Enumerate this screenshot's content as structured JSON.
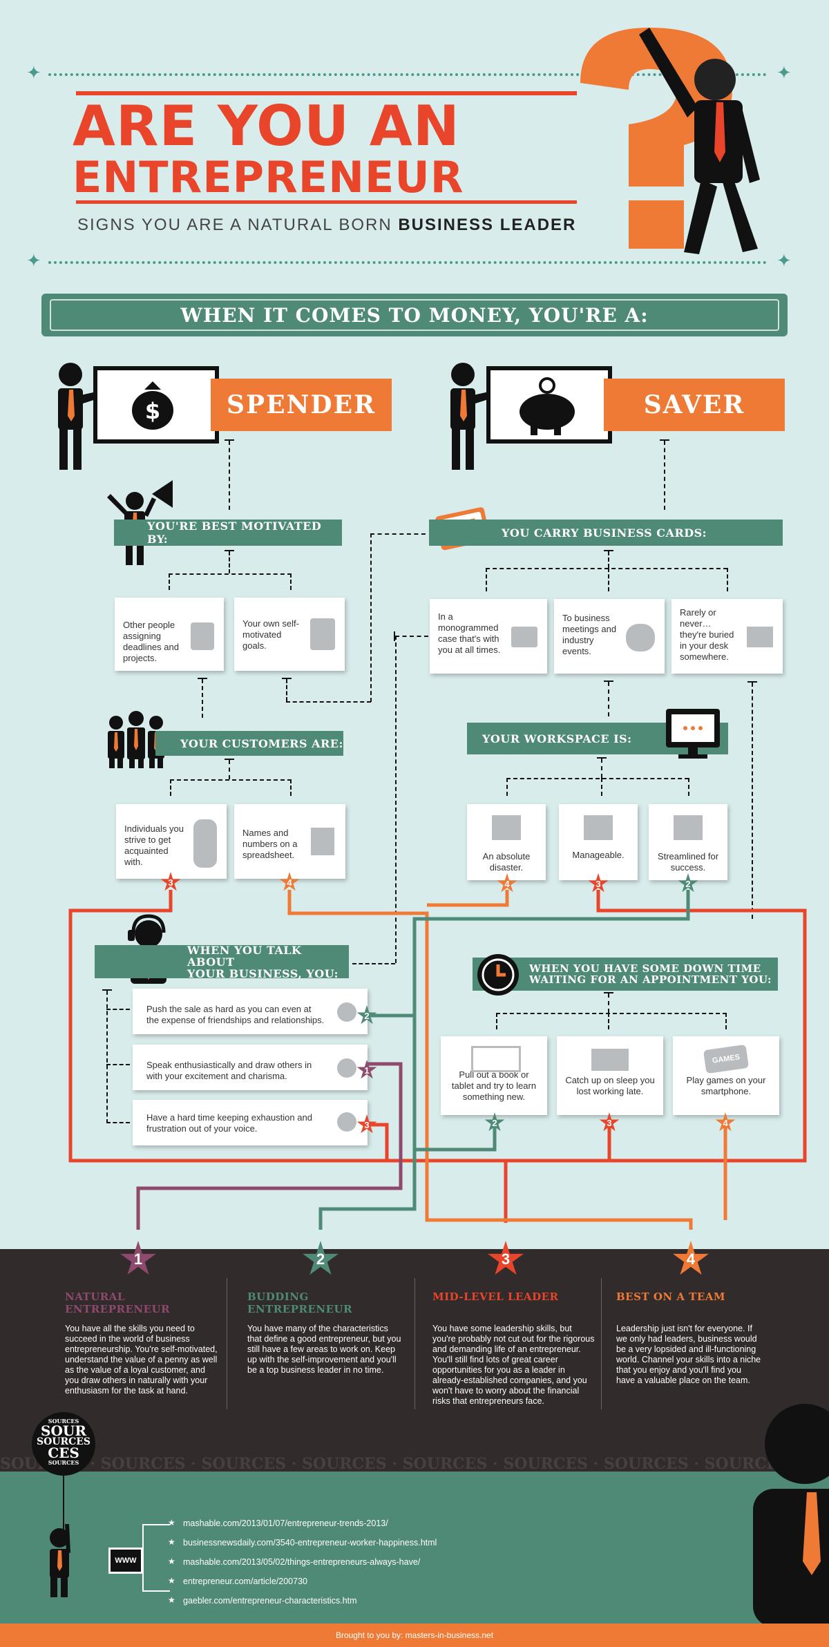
{
  "header": {
    "title_line1": "ARE YOU AN",
    "title_line2": "ENTREPRENEUR",
    "subtitle_prefix": "SIGNS YOU ARE A NATURAL BORN",
    "subtitle_bold": "BUSINESS LEADER"
  },
  "banner": "WHEN IT COMES TO MONEY, YOU'RE A:",
  "spender": {
    "label": "SPENDER",
    "motivated_heading": "YOU'RE BEST MOTIVATED BY:",
    "motivated_options": [
      "Other people assigning deadlines and projects.",
      "Your own self-motivated goals."
    ],
    "customers_heading": "YOUR CUSTOMERS ARE:",
    "customer_options": [
      "Individuals you strive to get acquainted with.",
      "Names and numbers on a spreadsheet."
    ]
  },
  "saver": {
    "label": "SAVER",
    "cards_heading": "YOU CARRY BUSINESS CARDS:",
    "card_options": [
      "In a monogrammed case that's with you at all times.",
      "To business meetings and industry events.",
      "Rarely or never…they're buried in your desk somewhere."
    ],
    "workspace_heading": "YOUR WORKSPACE IS:",
    "workspace_options": [
      "An absolute disaster.",
      "Manageable.",
      "Streamlined for success."
    ]
  },
  "talk": {
    "heading_line1": "WHEN YOU TALK ABOUT",
    "heading_line2": "YOUR BUSINESS, YOU:",
    "options": [
      "Push the sale as hard as you can even at the expense of friendships and relationships.",
      "Speak enthusiastically and draw others in with your excitement and charisma.",
      "Have a hard time keeping exhaustion and frustration out of your voice."
    ]
  },
  "downtime": {
    "heading_line1": "WHEN YOU HAVE SOME DOWN TIME",
    "heading_line2": "WAITING FOR AN APPOINTMENT YOU:",
    "options": [
      "Pull out a book or tablet and try to learn something new.",
      "Catch up on sleep you lost working late.",
      "Play games on your smartphone."
    ],
    "games_label": "GAMES"
  },
  "badges": {
    "customers": [
      "3",
      "4"
    ],
    "workspace": [
      "4",
      "3",
      "2"
    ],
    "talk": [
      "2",
      "1",
      "3"
    ],
    "downtime": [
      "2",
      "3",
      "4"
    ]
  },
  "results": [
    {
      "num": "1",
      "title_line1": "NATURAL",
      "title_line2": "ENTREPRENEUR",
      "color": "#8e4a6c",
      "text": "You have all the skills you need to succeed in the world of business entrepreneurship. You're self-motivated, understand the value of a penny as well as the value of a loyal customer, and you draw others in naturally with your enthusiasm for the task at hand."
    },
    {
      "num": "2",
      "title_line1": "BUDDING",
      "title_line2": "ENTREPRENEUR",
      "color": "#4f8a76",
      "text": "You have many of the characteristics that define a good entrepreneur, but you still have a few areas to work on. Keep up with the self-improvement and you'll be a top business leader in no time."
    },
    {
      "num": "3",
      "title_line1": "",
      "title_line2": "MID-LEVEL LEADER",
      "color": "#e8452b",
      "text": "You have some leadership skills, but you're probably not cut out for the rigorous and demanding life of an entrepreneur. You'll still find lots of great career opportunities for you as a leader in already-established companies, and you won't have to worry about the financial risks that entrepreneurs face."
    },
    {
      "num": "4",
      "title_line1": "",
      "title_line2": "BEST ON A TEAM",
      "color": "#ee7a35",
      "text": "Leadership just isn't for everyone. If we only had leaders, business would be a very lopsided and ill-functioning world. Channel your skills into a niche that you enjoy and you'll find you have a valuable place on the team."
    }
  ],
  "sources": {
    "balloon_words": [
      "SOURCES",
      "SOUR",
      "SOURCES",
      "CES",
      "SOURCES"
    ],
    "repeat_text": "SOURCES · SOURCES · SOURCES · SOURCES · SOURCES · SOURCES · SOURCES · SOURCES",
    "www": "WWW",
    "links": [
      "mashable.com/2013/01/07/entrepreneur-trends-2013/",
      "businessnewsdaily.com/3540-entrepreneur-worker-happiness.html",
      "mashable.com/2013/05/02/things-entrepreneurs-always-have/",
      "entrepreneur.com/article/200730",
      "gaebler.com/entrepreneur-characteristics.htm"
    ]
  },
  "footer": "Brought to you by: masters-in-business.net",
  "colors": {
    "red": "#e8452b",
    "orange": "#ee7a35",
    "green": "#4f8a76",
    "purple": "#8e4a6c",
    "dark": "#312b2b"
  }
}
